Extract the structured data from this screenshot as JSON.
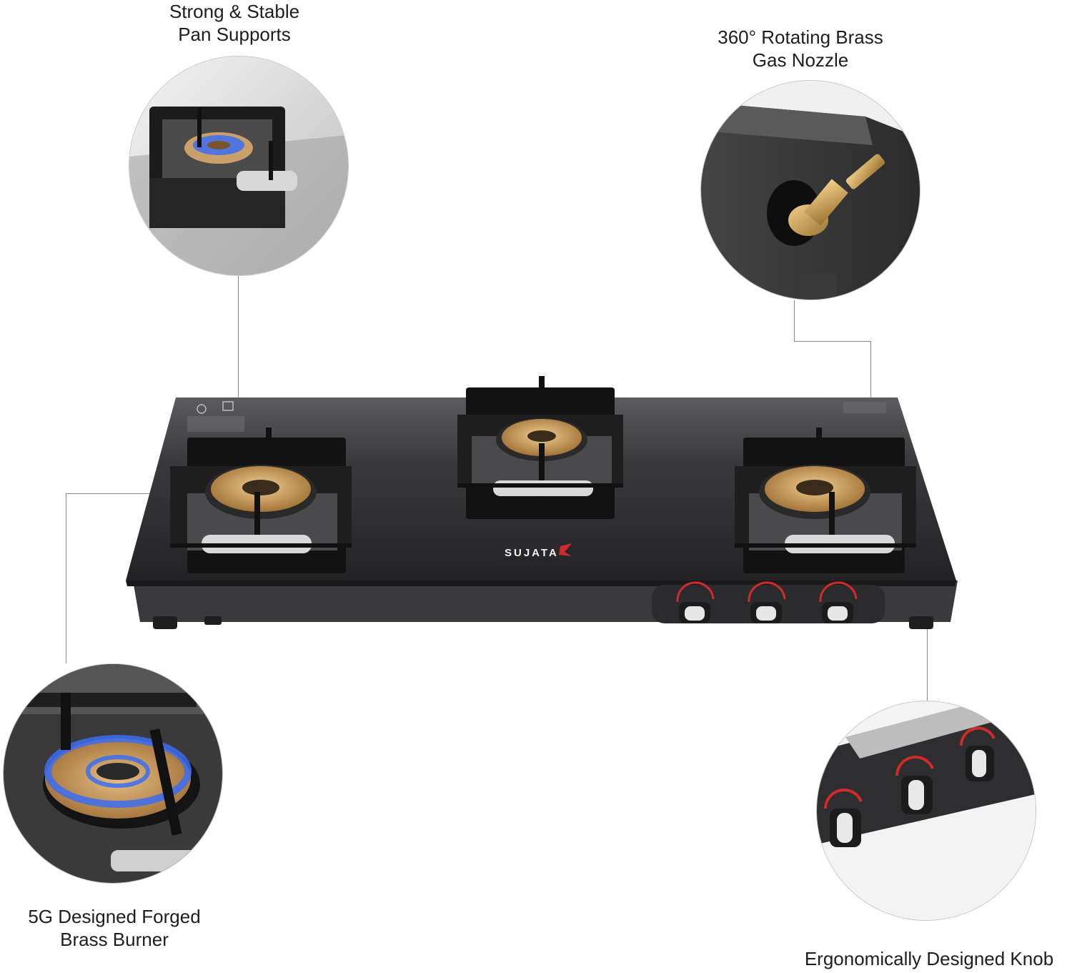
{
  "callouts": {
    "pan_supports": {
      "line1": "Strong & Stable",
      "line2": "Pan Supports"
    },
    "nozzle": {
      "line1": "360° Rotating Brass",
      "line2": "Gas Nozzle"
    },
    "burner": {
      "line1": "5G Designed Forged",
      "line2": "Brass Burner"
    },
    "knob": {
      "line1": "Ergonomically Designed Knob"
    }
  },
  "brand": {
    "name": "SUJATA"
  },
  "stove": {
    "burner_count": 3,
    "knob_count": 3
  },
  "colors": {
    "glass_top": "#2d2d2f",
    "frame": "#3a3a3c",
    "brass": "#c9a069",
    "flame": "#3b6df2",
    "knob_accent": "#d12a2a",
    "pan_support": "#1c1c1c"
  }
}
